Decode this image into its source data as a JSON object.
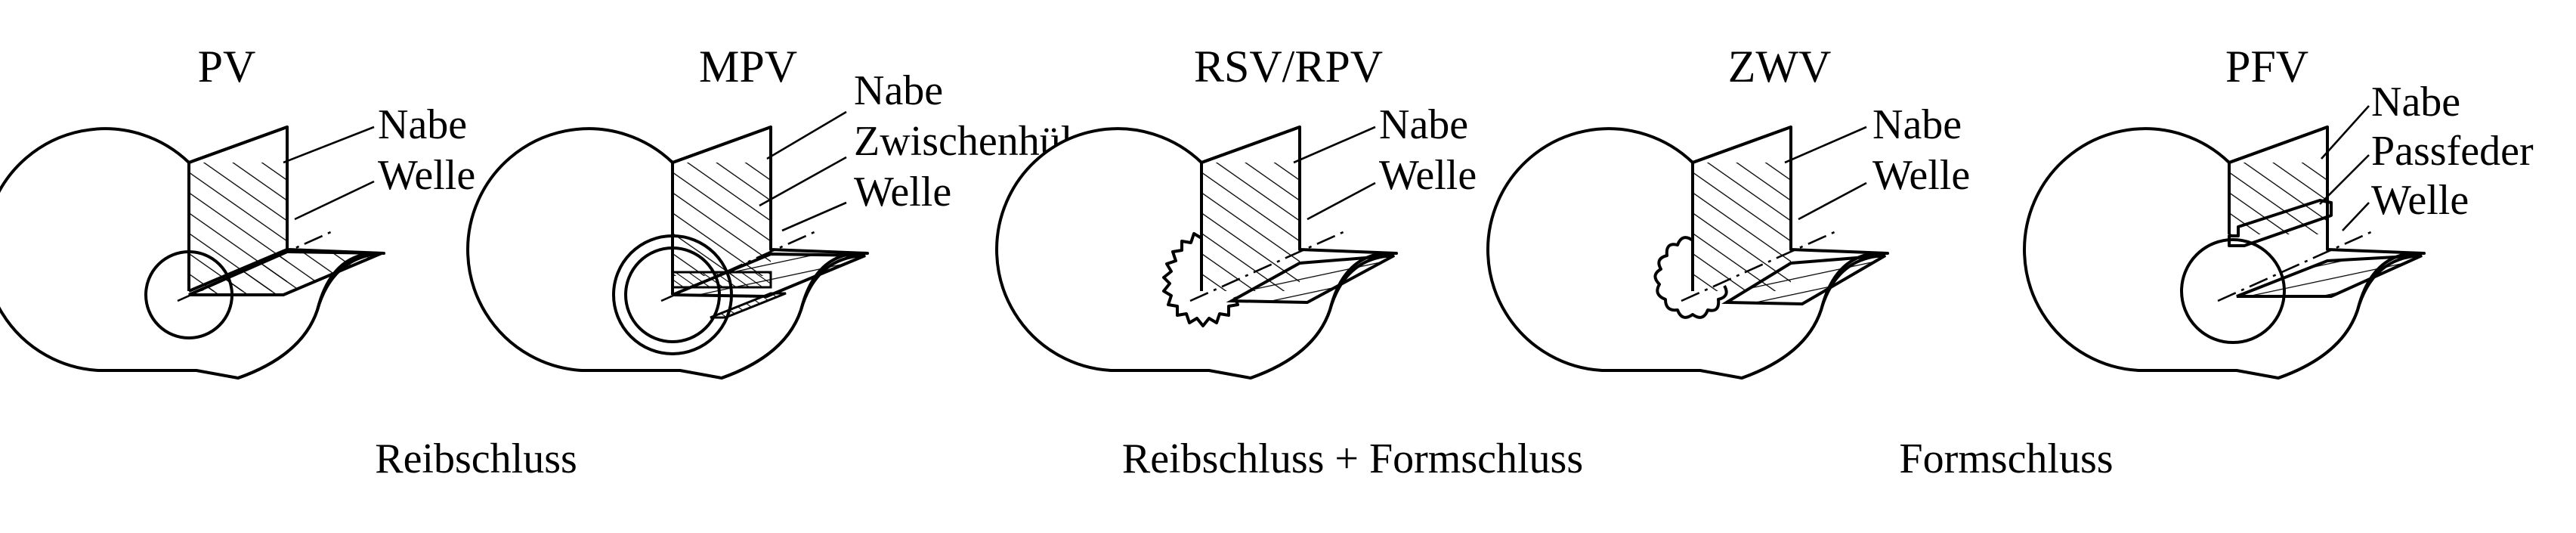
{
  "figures": [
    {
      "title": "PV",
      "labels": [
        "Nabe",
        "Welle"
      ]
    },
    {
      "title": "MPV",
      "labels": [
        "Nabe",
        "Zwischenhülse",
        "Welle"
      ]
    },
    {
      "title": "RSV/RPV",
      "labels": [
        "Nabe",
        "Welle"
      ]
    },
    {
      "title": "ZWV",
      "labels": [
        "Nabe",
        "Welle"
      ]
    },
    {
      "title": "PFV",
      "labels": [
        "Nabe",
        "Passfeder",
        "Welle"
      ]
    }
  ],
  "captions": {
    "left": "Reibschluss",
    "middle": "Reibschluss + Formschluss",
    "right": "Formschluss"
  }
}
